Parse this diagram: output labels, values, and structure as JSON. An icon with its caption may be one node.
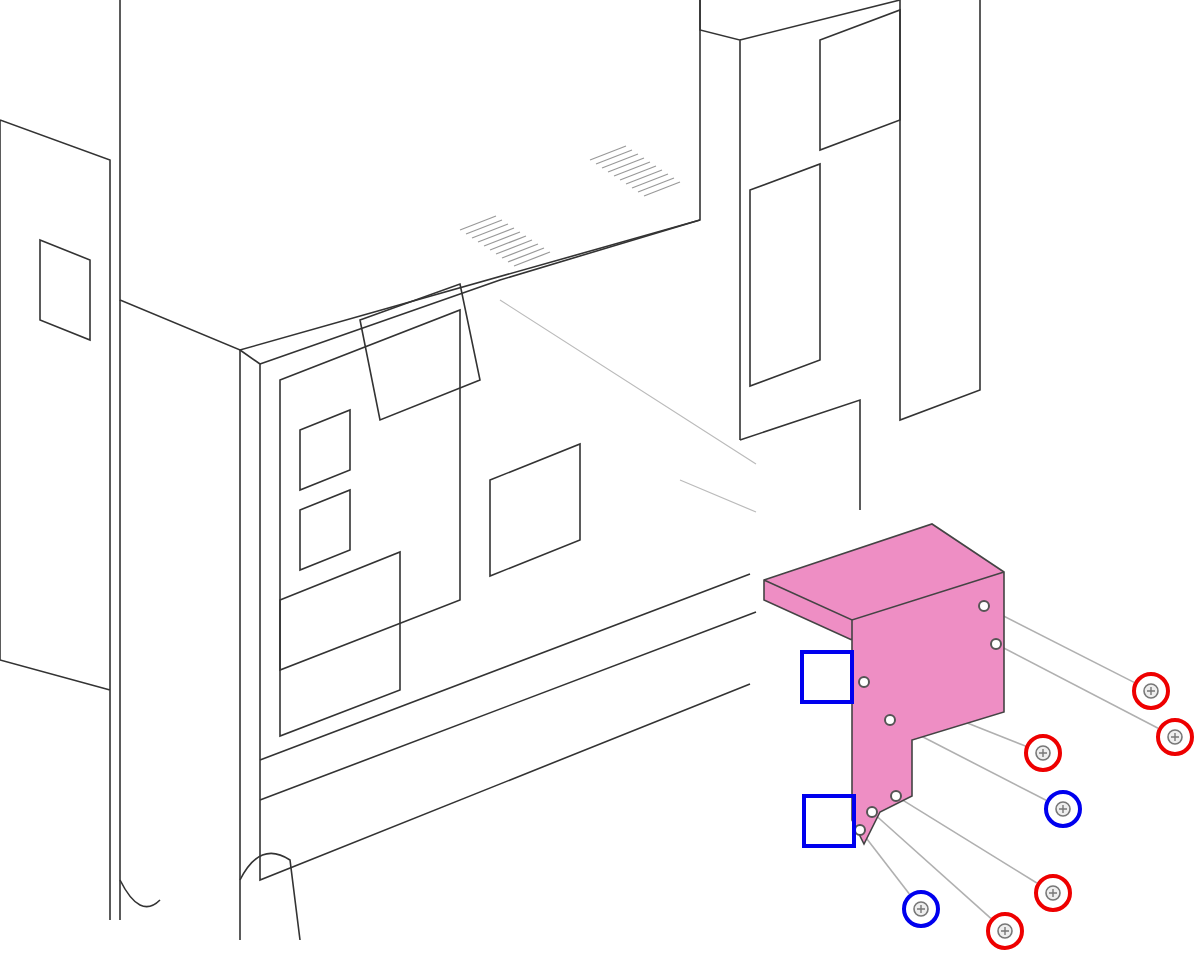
{
  "diagram": {
    "nodes": [
      {
        "text": [],
        "shape": "picture"
      },
      {
        "text": [],
        "shape": "circle",
        "in": 0
      },
      {
        "text": [],
        "shape": "circle",
        "in": 0
      },
      {
        "text": [],
        "shape": "box",
        "in": 0
      },
      {
        "text": [],
        "shape": "circle",
        "in": 0
      },
      {
        "text": [],
        "shape": "circle",
        "in": 0
      },
      {
        "text": [],
        "shape": "circle",
        "in": 0
      },
      {
        "text": [],
        "shape": "box",
        "in": 0
      },
      {
        "text": [],
        "shape": "circle",
        "in": 0
      },
      {
        "text": [],
        "shape": "circle",
        "in": 0
      },
      {
        "text": [],
        "shape": "circle"
      },
      {
        "text": [],
        "shape": "circle"
      },
      {
        "text": [],
        "shape": "circle"
      },
      {
        "text": [],
        "shape": "circle"
      },
      {
        "text": [],
        "shape": "circle"
      },
      {
        "text": [],
        "shape": "circle"
      },
      {
        "text": [],
        "shape": "circle"
      }
    ],
    "edges": [
      {
        "from": 10,
        "to": 1,
        "arrow": "none"
      },
      {
        "from": 11,
        "to": 2,
        "arrow": "none"
      },
      {
        "from": 12,
        "to": 4,
        "arrow": "none"
      },
      {
        "from": 13,
        "to": 5,
        "arrow": "none"
      },
      {
        "from": 14,
        "to": 6,
        "arrow": "none"
      },
      {
        "from": 15,
        "to": 8,
        "arrow": "none"
      },
      {
        "from": 16,
        "to": 9,
        "arrow": "none"
      }
    ]
  }
}
